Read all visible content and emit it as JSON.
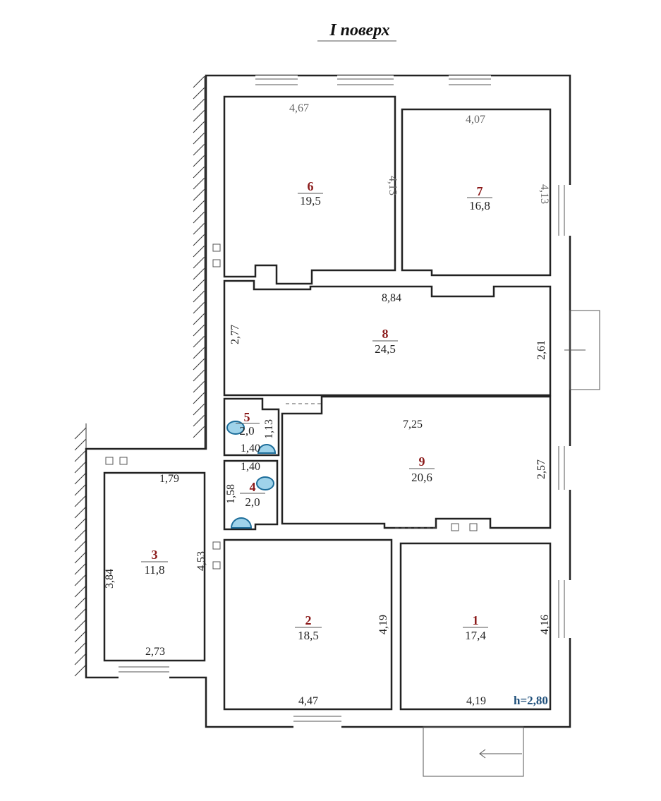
{
  "title": "I поверх",
  "height_label": "h=2,80",
  "rooms": [
    {
      "number": "1",
      "area": "17,4"
    },
    {
      "number": "2",
      "area": "18,5"
    },
    {
      "number": "3",
      "area": "11,8"
    },
    {
      "number": "4",
      "area": "2,0"
    },
    {
      "number": "5",
      "area": "2,0"
    },
    {
      "number": "6",
      "area": "19,5"
    },
    {
      "number": "7",
      "area": "16,8"
    },
    {
      "number": "8",
      "area": "24,5"
    },
    {
      "number": "9",
      "area": "20,6"
    }
  ],
  "dimensions": {
    "r6_width": "4,67",
    "r6_height": "4,13",
    "r7_width": "4,07",
    "r7_height": "4,13",
    "r8_width": "8,84",
    "r8_left": "2,77",
    "r8_right": "2,61",
    "r9_width": "7,25",
    "r9_right": "2,57",
    "r5_width": "1,40",
    "r5_height": "1,13",
    "r4_width": "1,40",
    "r4_height": "1,58",
    "r3_top": "1,79",
    "r3_height": "3,84",
    "r3_bottom": "2,73",
    "corridor": "4,53",
    "r2_height": "4,19",
    "r2_width": "4,47",
    "r1_height": "4,16",
    "r1_width": "4,19"
  }
}
